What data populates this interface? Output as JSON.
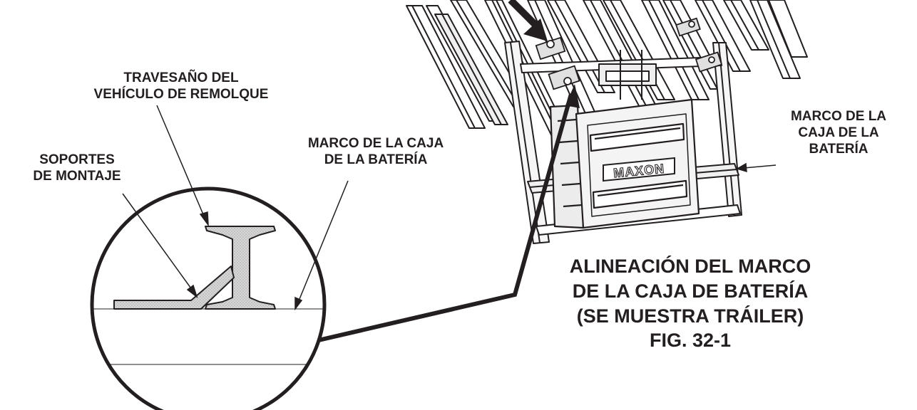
{
  "labels": {
    "crossmember": [
      "TRAVESAÑO DEL",
      "VEHÍCULO DE REMOLQUE"
    ],
    "mounting_brackets": [
      "SOPORTES",
      "DE MONTAJE"
    ],
    "frame_left": [
      "MARCO DE LA CAJA",
      "DE LA BATERÍA"
    ],
    "frame_right": [
      "MARCO DE LA",
      "CAJA DE LA",
      "BATERÍA"
    ]
  },
  "brand": "MAXON",
  "caption": {
    "lines": [
      "ALINEACIÓN DEL MARCO",
      "DE LA CAJA DE BATERÍA",
      "(SE MUESTRA TRÁILER)"
    ],
    "fig": "FIG. 32-1"
  },
  "colors": {
    "ink": "#231f20",
    "steel_fill": "#d2d2d2",
    "box_fill": "#f4f4f4"
  }
}
